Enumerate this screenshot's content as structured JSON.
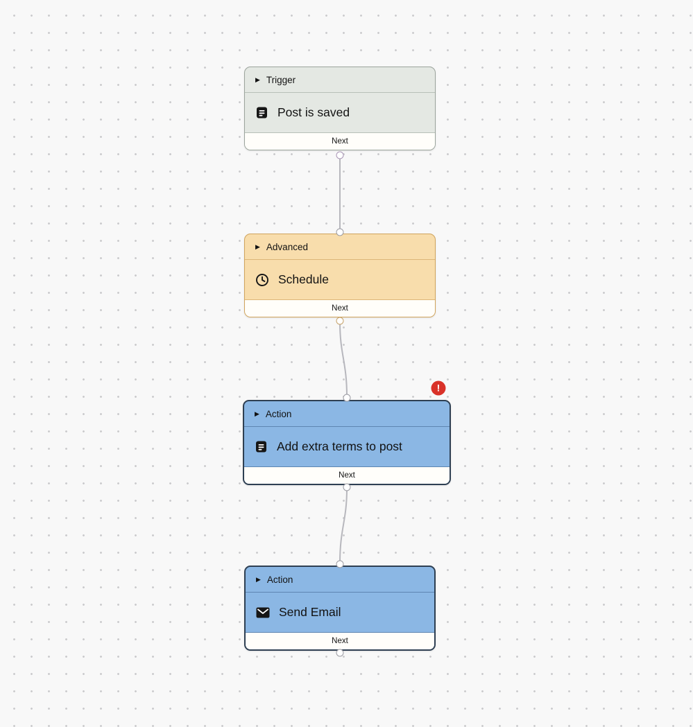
{
  "canvas": {
    "background_color": "#f8f8f8",
    "dot_color": "#cbcbcd"
  },
  "icons": {
    "collapse_arrow": "▶"
  },
  "nodes": [
    {
      "category": "Trigger",
      "title": "Post is saved",
      "port_label": "Next",
      "icon": "document-icon",
      "fill_color": "#e4e8e3",
      "border_color": "#9ba49c"
    },
    {
      "category": "Advanced",
      "title": "Schedule",
      "port_label": "Next",
      "icon": "clock-icon",
      "fill_color": "#f8ddac",
      "border_color": "#d0a45c"
    },
    {
      "category": "Action",
      "title": "Add extra terms to post",
      "port_label": "Next",
      "icon": "document-icon",
      "fill_color": "#8bb7e4",
      "border_color": "#2e3f52",
      "has_error": true
    },
    {
      "category": "Action",
      "title": "Send Email",
      "port_label": "Next",
      "icon": "email-icon",
      "fill_color": "#8bb7e4",
      "border_color": "#2e3f52"
    }
  ],
  "error_badge": {
    "symbol": "!",
    "color": "#d93229"
  }
}
